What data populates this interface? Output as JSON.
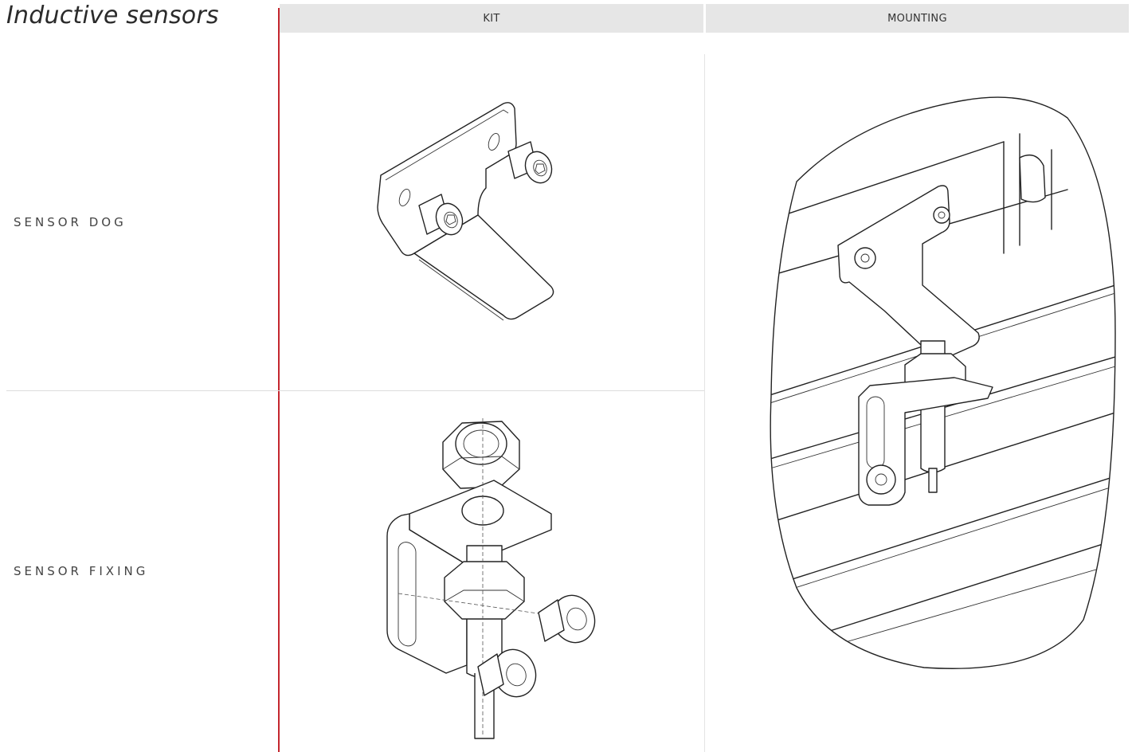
{
  "title": "Inductive sensors",
  "columns": {
    "kit": "KIT",
    "mounting": "MOUNTING"
  },
  "rows": [
    {
      "label": "SENSOR DOG"
    },
    {
      "label": "SENSOR FIXING"
    }
  ],
  "colors": {
    "accent_line": "#c4262e",
    "header_bg": "#e6e6e6"
  }
}
